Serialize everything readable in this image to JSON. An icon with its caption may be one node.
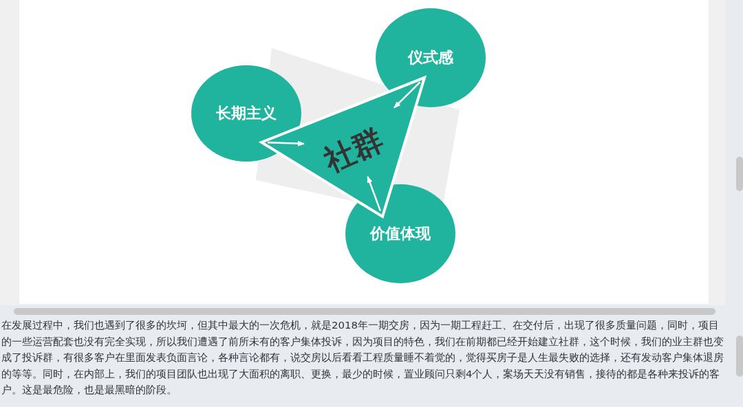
{
  "diagram": {
    "nodes": [
      {
        "text": [
          "仪式感"
        ]
      },
      {
        "text": [
          "长期主义"
        ]
      },
      {
        "text": [
          "社群"
        ]
      },
      {
        "text": [
          "价值体现"
        ]
      }
    ],
    "edges": [
      {
        "from": 1,
        "to": 2,
        "arrow": "to"
      },
      {
        "from": 0,
        "to": 2,
        "arrow": "to"
      },
      {
        "from": 3,
        "to": 2,
        "arrow": "to"
      }
    ],
    "labels": [
      "在发展过程中，我们也遇到了很多的坎坷，但其中最大的一次危机，就是2018年一期交房，因为一期工程赶工、在交付后，出现了很多质量问题，同时，项目的一些运营配套也没有完全实现，所以我们遭遇了前所未有的客户集体投诉，因为项目的特色，我们在前期都已经开始建立社群，这个时候，我们的业主群也变成了投诉群，有很多客户在里面发表负面言论，各种言论都有，说交房以后看看工程质量睡不着觉的，觉得买房子是人生最失败的选择，还有发动客户集体退房的等等。同时，在内部上，我们的项目团队也出现了大面积的离职、更换，最少的时候，置业顾问只剩4个人，案场天天没有销售，接待的都是各种来投诉的客户。这是最危险，也是最黑暗的阶段。"
    ]
  }
}
